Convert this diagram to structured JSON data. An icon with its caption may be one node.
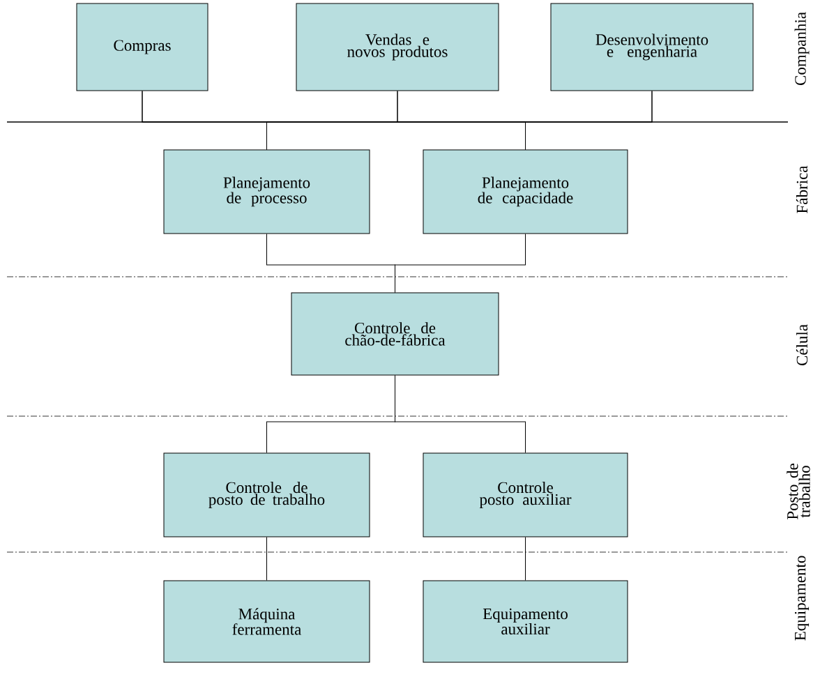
{
  "diagram": {
    "nodes": [
      {
        "text": [
          "Compras"
        ]
      },
      {
        "text": [
          "Vendas e novos produtos"
        ]
      },
      {
        "text": [
          "Desenvolvimento e engenharia"
        ]
      },
      {
        "text": [
          "Planejamento de processo"
        ]
      },
      {
        "text": [
          "Planejamento de capacidade"
        ]
      },
      {
        "text": [
          "Controle de chão-de-fábrica"
        ]
      },
      {
        "text": [
          "Controle de posto de trabalho"
        ]
      },
      {
        "text": [
          "Controle posto auxiliar"
        ]
      },
      {
        "text": [
          "Máquina ferramenta"
        ]
      },
      {
        "text": [
          "Equipamento auxiliar"
        ]
      }
    ],
    "edges": [
      {
        "from": 0,
        "to": 3,
        "arrow": "none"
      },
      {
        "from": 0,
        "to": 4,
        "arrow": "none"
      },
      {
        "from": 1,
        "to": 3,
        "arrow": "none"
      },
      {
        "from": 1,
        "to": 4,
        "arrow": "none"
      },
      {
        "from": 2,
        "to": 3,
        "arrow": "none"
      },
      {
        "from": 2,
        "to": 4,
        "arrow": "none"
      },
      {
        "from": 3,
        "to": 5,
        "arrow": "none"
      },
      {
        "from": 4,
        "to": 5,
        "arrow": "none"
      },
      {
        "from": 5,
        "to": 6,
        "arrow": "none"
      },
      {
        "from": 5,
        "to": 7,
        "arrow": "none"
      },
      {
        "from": 6,
        "to": 8,
        "arrow": "none"
      },
      {
        "from": 7,
        "to": 9,
        "arrow": "none"
      }
    ],
    "labels": [
      "Companhia",
      "Fábrica",
      "Célula",
      "Posto de trabalho",
      "Equipamento"
    ]
  }
}
